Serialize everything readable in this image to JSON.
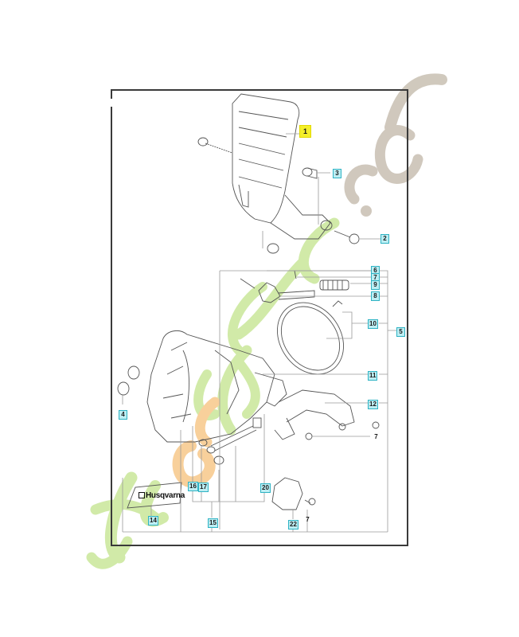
{
  "diagram": {
    "type": "exploded parts diagram",
    "subject": "Chainsaw chain brake / clutch cover assembly",
    "brand_decal_text": "Husqvarna",
    "watermark": {
      "text": "Forestgarden.com",
      "colors": {
        "green": "#c9e79a",
        "orange": "#f7c88a",
        "gray": "#c8bfb2"
      }
    },
    "colors": {
      "frame": "#3a3a3a",
      "label_fill": "#bdeef3",
      "label_border": "#2fb3c4",
      "highlight_fill": "#f4ef2a",
      "lines": "#9a9a9a"
    }
  },
  "labels": {
    "l1": "1",
    "l2": "2",
    "l3": "3",
    "l4": "4",
    "l5": "5",
    "l6": "6",
    "l7a": "7",
    "l9": "9",
    "l8": "8",
    "l10": "10",
    "l11": "11",
    "l12": "12",
    "l7b": "7",
    "l7c": "7",
    "l14": "14",
    "l15": "15",
    "l16": "16",
    "l17": "17",
    "l20": "20",
    "l22": "22"
  }
}
